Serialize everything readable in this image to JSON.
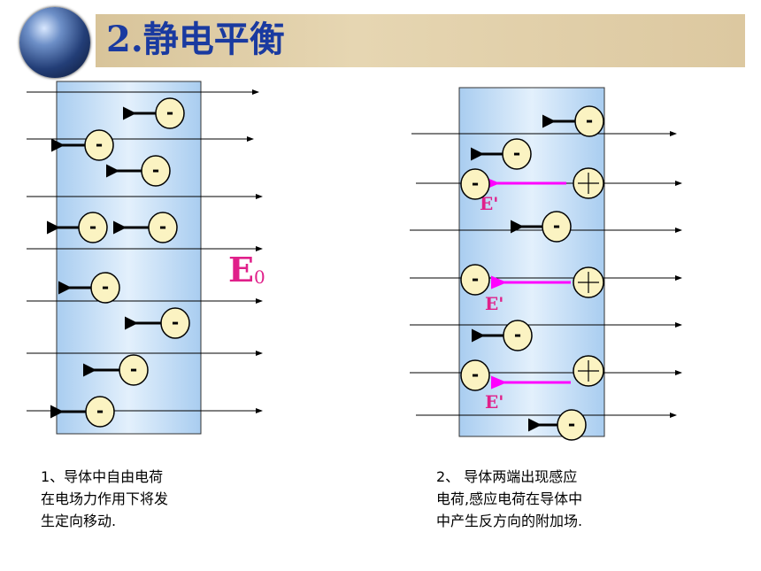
{
  "title": "2.静电平衡",
  "field_label": "E",
  "field_subscript": "0",
  "induced_label": "E'",
  "electron_symbol": "-",
  "caption_left": [
    "1、导体中自由电荷",
    "在电场力作用下将发",
    "生定向移动."
  ],
  "caption_right": [
    "2、 导体两端出现感应",
    "电荷,感应电荷在导体中",
    "中产生反方向的附加场."
  ]
}
